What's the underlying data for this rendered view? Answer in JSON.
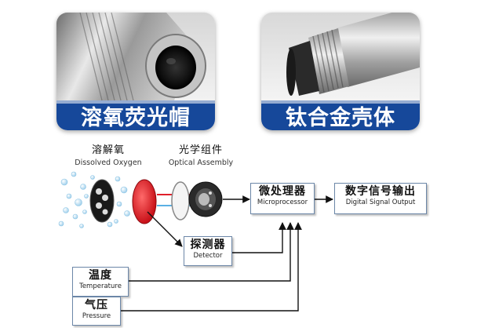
{
  "cards": {
    "left_label": "溶氧荧光帽",
    "right_label": "钛合金壳体"
  },
  "colors": {
    "label_blue": "#16489a",
    "box_border": "#6c87a8",
    "arrow": "#111111",
    "red_disk": "#e0202a"
  },
  "captions": {
    "dissolved_zh": "溶解氧",
    "dissolved_en": "Dissolved Oxygen",
    "optical_zh": "光学组件",
    "optical_en": "Optical Assembly"
  },
  "boxes": {
    "microprocessor_zh": "微处理器",
    "microprocessor_en": "Microprocessor",
    "digital_zh": "数字信号输出",
    "digital_en": "Digital Signal Output",
    "detector_zh": "探测器",
    "detector_en": "Detector",
    "temperature_zh": "温度",
    "temperature_en": "Temperature",
    "pressure_zh": "气压",
    "pressure_en": "Pressure"
  }
}
